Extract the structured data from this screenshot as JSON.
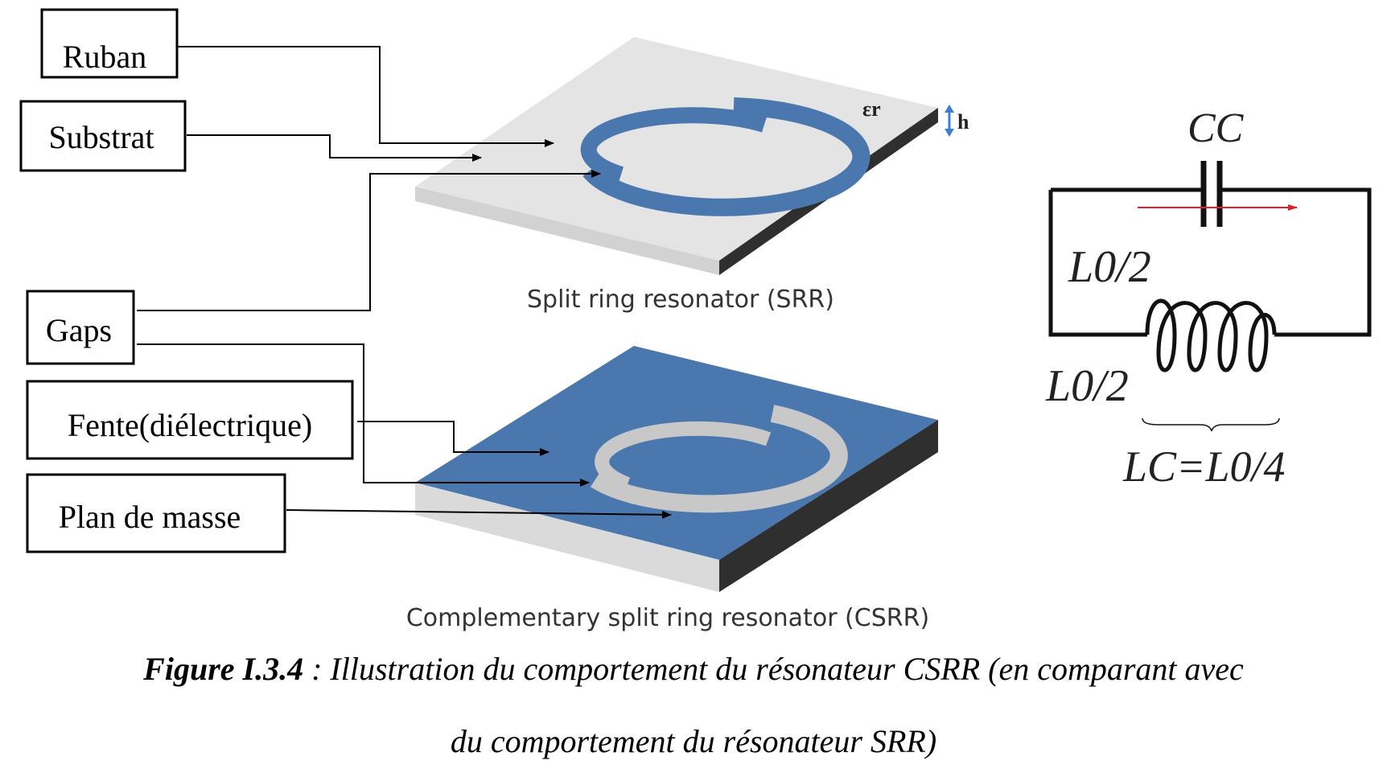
{
  "labels": {
    "ruban": "Ruban",
    "substrat": "Substrat",
    "gaps": "Gaps",
    "fente": "Fente(diélectrique)",
    "plan_masse": "Plan de masse"
  },
  "srr": {
    "permittivity_symbol": "εr",
    "height_symbol": "h",
    "caption": "Split ring resonator (SRR)"
  },
  "csrr": {
    "caption": "Complementary split ring resonator (CSRR)"
  },
  "circuit": {
    "capacitor_label": "CC",
    "inductor_top_label": "L0/2",
    "inductor_bottom_label": "L0/2",
    "total_inductance_label": "LC=L0/4"
  },
  "figure": {
    "caption_ref": "Figure I.3.4",
    "caption_line1": " : Illustration du comportement du résonateur CSRR (en comparant avec",
    "caption_line2": "du comportement du résonateur SRR)"
  },
  "colors": {
    "metal_blue": "#4a77ad",
    "substrate_top": "#e4e4e4",
    "substrate_side": "#2f2f2f",
    "slot_gray": "#c8c8c8",
    "arrow_red": "#e0202a"
  }
}
